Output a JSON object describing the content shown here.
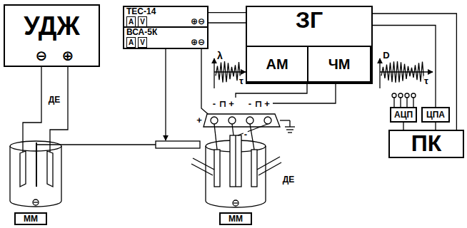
{
  "diagram": {
    "nodes": [
      {
        "text": [
          "УДЖ"
        ]
      },
      {
        "text": [
          "ТЕС-14",
          "A",
          "V",
          "⊕⊖"
        ]
      },
      {
        "text": [
          "ВСА-5К",
          "A",
          "V",
          "⊕⊖"
        ]
      },
      {
        "text": [
          "ЗГ"
        ]
      },
      {
        "text": [
          "АМ"
        ],
        "in": 3
      },
      {
        "text": [
          "ЧМ"
        ],
        "in": 3
      },
      {
        "text": [
          "АЦП"
        ]
      },
      {
        "text": [
          "ЦПА"
        ]
      },
      {
        "text": [
          "ПК"
        ]
      },
      {
        "text": [
          "ММ"
        ]
      },
      {
        "text": [
          "ММ"
        ]
      }
    ],
    "edges": [
      {
        "from": 1,
        "to": 3,
        "arrow": "none"
      },
      {
        "from": 1,
        "to": 3,
        "arrow": "none"
      },
      {
        "from": 3,
        "to": 7,
        "arrow": "none"
      },
      {
        "from": 3,
        "to": 8,
        "arrow": "none"
      },
      {
        "from": 6,
        "to": 8,
        "arrow": "none"
      },
      {
        "from": 7,
        "to": 8,
        "arrow": "none"
      }
    ],
    "labels": [
      "⊖",
      "⊕",
      "ДЕ",
      "λ",
      "τ",
      "D",
      "τ",
      "-",
      "⊓",
      "+",
      "-",
      "⊓",
      "+",
      "+",
      "-",
      "ДЕ"
    ]
  }
}
